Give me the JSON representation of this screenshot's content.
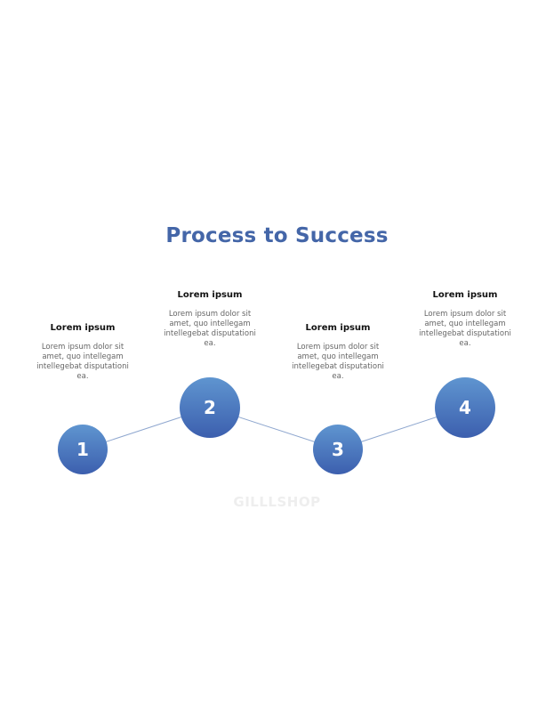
{
  "title": "Process to Success",
  "steps": [
    {
      "number": "1",
      "heading": "Lorem ipsum",
      "description": "Lorem ipsum dolor sit amet, quo intellegam intellegebat disputationi ea."
    },
    {
      "number": "2",
      "heading": "Lorem ipsum",
      "description": "Lorem ipsum dolor sit amet, quo intellegam intellegebat disputationi ea."
    },
    {
      "number": "3",
      "heading": "Lorem ipsum",
      "description": "Lorem ipsum dolor sit amet, quo intellegam intellegebat disputationi ea."
    },
    {
      "number": "4",
      "heading": "Lorem ipsum",
      "description": "Lorem ipsum dolor sit amet, quo intellegam intellegebat disputationi ea."
    }
  ],
  "watermark": "GILLLSHOP",
  "colors": {
    "title": "#4466a8",
    "circle_top": "#5f95d0",
    "circle_bottom": "#3c5fae",
    "connector": "#8fa7cf"
  }
}
